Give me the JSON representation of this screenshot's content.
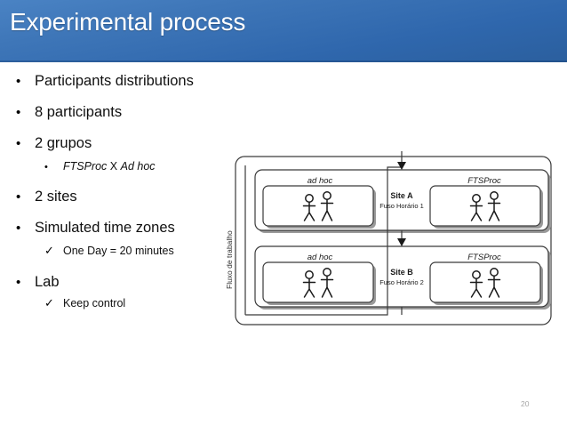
{
  "slide": {
    "title": "Experimental process",
    "page_number": "20",
    "title_bar_color": "#3e76b8",
    "page_number_color": "#a6a6a6"
  },
  "bullets": [
    {
      "id": "participants-distributions",
      "level": 1,
      "marker": "•",
      "text": "Participants distributions"
    },
    {
      "id": "8-participants",
      "level": 1,
      "marker": "•",
      "text": "8 participants"
    },
    {
      "id": "2-grupos",
      "level": 1,
      "marker": "•",
      "text": "2 grupos"
    },
    {
      "id": "ftsproc-x-ad-hoc",
      "level": 2,
      "marker": "•",
      "text": "FTSProc X Ad hoc",
      "parts": {
        "a": "FTSProc",
        "sep": " X ",
        "b": "Ad hoc"
      }
    },
    {
      "id": "2-sites",
      "level": 1,
      "marker": "•",
      "text": "2 sites"
    },
    {
      "id": "simulated-time-zones",
      "level": 1,
      "marker": "•",
      "text": "Simulated time zones"
    },
    {
      "id": "one-day-20-minutes",
      "level": 2,
      "marker": "✓",
      "text": "One Day = 20 minutes"
    },
    {
      "id": "lab",
      "level": 1,
      "marker": "•",
      "text": "Lab"
    },
    {
      "id": "keep-control",
      "level": 2,
      "marker": "✓",
      "text": "Keep control"
    }
  ],
  "diagram": {
    "flow_label": "Fluxo de trabalho",
    "group_left_label": "ad hoc",
    "group_right_label": "FTSProc",
    "sites": [
      {
        "id": "site-a",
        "name": "Site A",
        "timezone": "Fuso Horário 1",
        "left_group": "ad hoc",
        "right_group": "FTSProc",
        "left_participants": 2,
        "right_participants": 2
      },
      {
        "id": "site-b",
        "name": "Site B",
        "timezone": "Fuso Horário 2",
        "left_group": "ad hoc",
        "right_group": "FTSProc",
        "left_participants": 2,
        "right_participants": 2
      }
    ]
  }
}
